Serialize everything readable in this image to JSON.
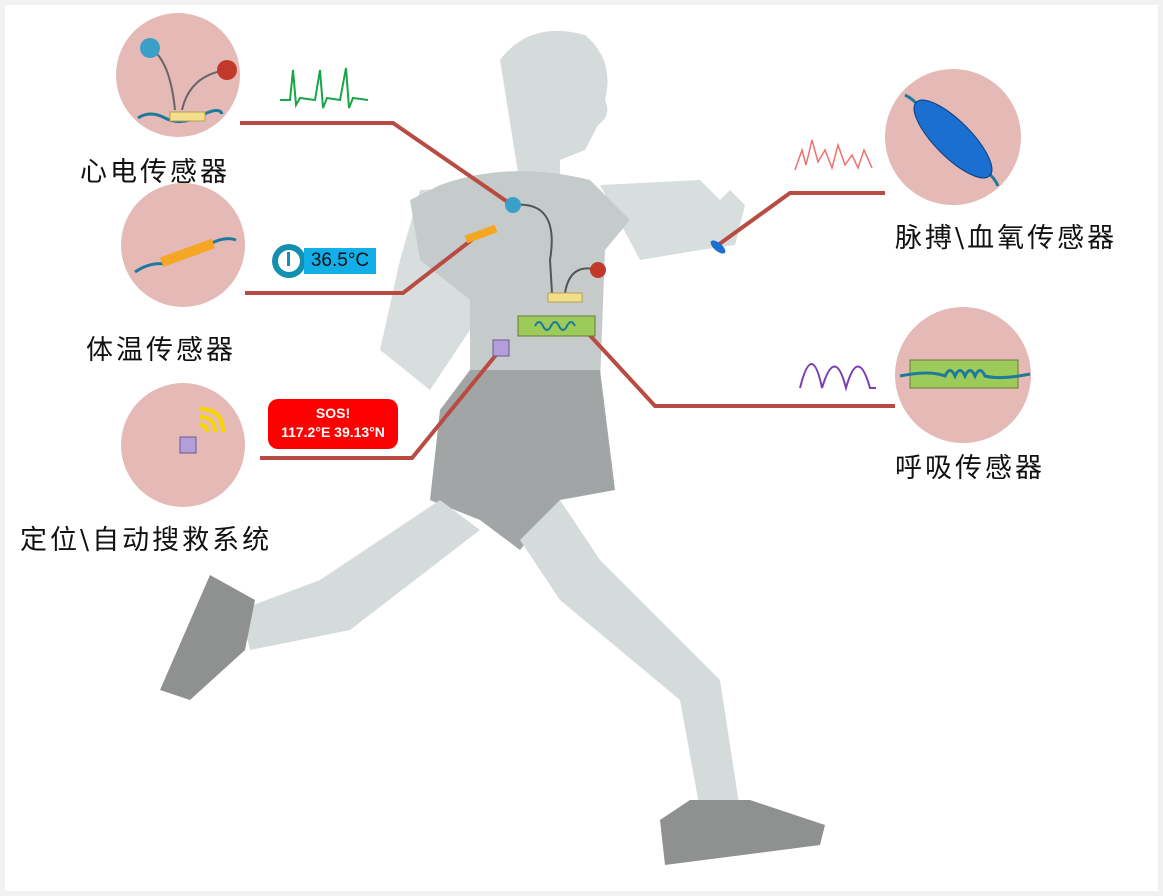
{
  "sensors": {
    "ecg": {
      "label": "心电传感器"
    },
    "temperature": {
      "label": "体温传感器",
      "reading": "36.5°C"
    },
    "location": {
      "label": "定位\\自动搜救系统",
      "alert": "SOS!",
      "coordinates": "117.2°E 39.13°N"
    },
    "pulse_oximetry": {
      "label": "脉搏\\血氧传感器"
    },
    "respiration": {
      "label": "呼吸传感器"
    }
  },
  "colors": {
    "circle_fill": "#e5b9b6",
    "connector": "#b84c43",
    "ecg_wave": "#1aa548",
    "pulse_wave": "#f07070",
    "resp_wave": "#7a3fb0"
  }
}
